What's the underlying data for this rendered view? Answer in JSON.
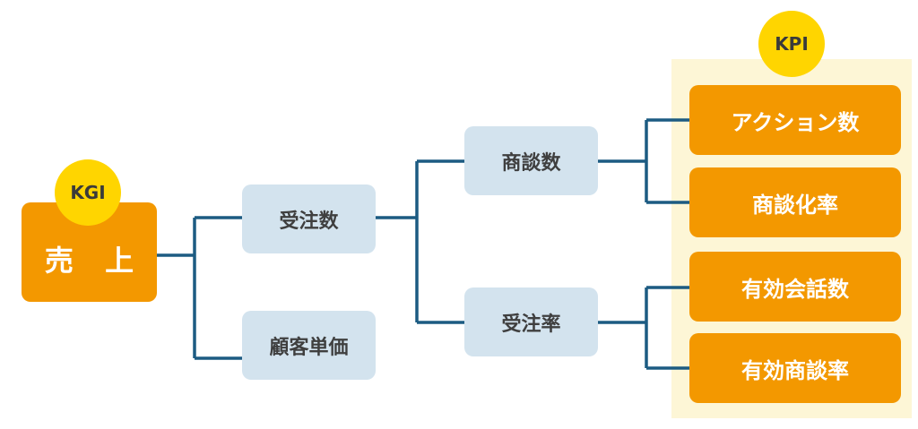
{
  "kgi": {
    "badge": "KGI",
    "label": "売 上"
  },
  "level2": {
    "orders": "受注数",
    "unit_price": "顧客単価"
  },
  "level3": {
    "negotiations": "商談数",
    "order_rate": "受注率"
  },
  "kpi": {
    "badge": "KPI",
    "items": [
      "アクション数",
      "商談化率",
      "有効会話数",
      "有効商談率"
    ]
  },
  "colors": {
    "orange": "#f39800",
    "light_blue": "#d3e3ee",
    "connector": "#1c5b82",
    "badge_yellow": "#ffd500",
    "kpi_panel": "#fdf6d6"
  }
}
